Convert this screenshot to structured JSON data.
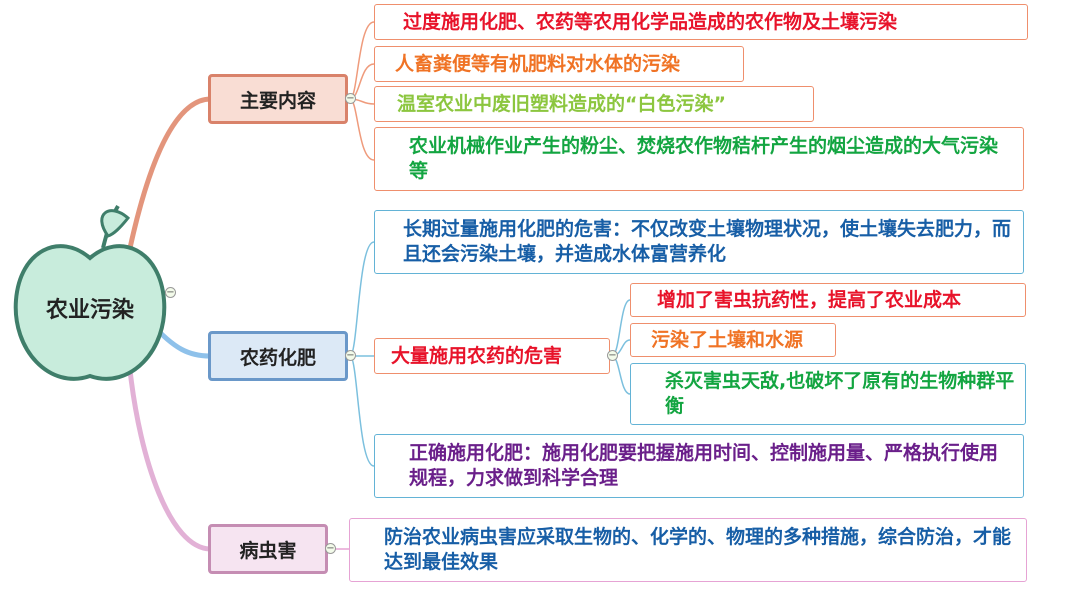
{
  "root": {
    "label": "农业污染"
  },
  "branches": [
    {
      "label": "主要内容",
      "items": [
        "过度施用化肥、农药等农用化学品造成的农作物及土壤污染",
        "人畜粪便等有机肥料对水体的污染",
        "温室农业中废旧塑料造成的“白色污染”",
        "农业机械作业产生的粉尘、焚烧农作物秸杆产生的烟尘造成的大气污染等"
      ]
    },
    {
      "label": "农药化肥",
      "items": [
        "长期过量施用化肥的危害：不仅改变土壤物理状况，使土壤失去肥力，而且还会污染土壤，并造成水体富营养化",
        {
          "label": "大量施用农药的危害",
          "items": [
            "增加了害虫抗药性，提高了农业成本",
            "污染了土壤和水源",
            "杀灭害虫天敌,也破坏了原有的生物种群平衡"
          ]
        },
        "正确施用化肥：施用化肥要把握施用时间、控制施用量、严格执行使用规程，力求做到科学合理"
      ]
    },
    {
      "label": "病虫害",
      "items": [
        "防治农业病虫害应采取生物的、化学的、物理的多种措施，综合防治，才能达到最佳效果"
      ]
    }
  ],
  "colors": {
    "red": "#e8132a",
    "orange": "#f07325",
    "light_green": "#8cc63f",
    "green": "#13a541",
    "blue": "#175ea6",
    "purple": "#6a1f8a",
    "apple_fill": "#c8ecdc",
    "apple_stroke": "#3f7e6a"
  },
  "icons": {
    "root": "apple-icon",
    "toggle": "collapse-toggle-icon"
  }
}
